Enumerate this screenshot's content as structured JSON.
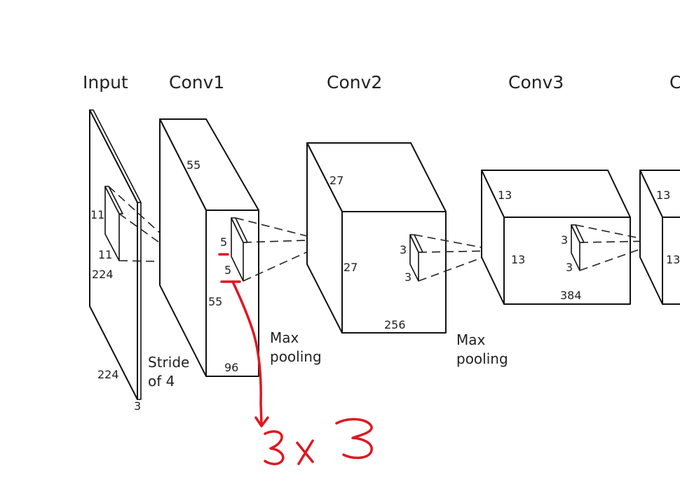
{
  "layers": {
    "input": {
      "title": "Input",
      "height": "224",
      "width": "224",
      "depth": "3",
      "kernel_h": "11",
      "kernel_w": "11"
    },
    "conv1": {
      "title": "Conv1",
      "size_a": "55",
      "size_b": "55",
      "depth": "96",
      "kernel_h": "5",
      "kernel_w": "5"
    },
    "conv2": {
      "title": "Conv2",
      "size_a": "27",
      "size_b": "27",
      "depth": "256",
      "kernel_h": "3",
      "kernel_w": "3"
    },
    "conv3": {
      "title": "Conv3",
      "size_a": "13",
      "size_b": "13",
      "depth": "384",
      "kernel_h": "3",
      "kernel_w": "3"
    },
    "conv4": {
      "title": "C",
      "size_a": "13",
      "size_b": "13"
    }
  },
  "notes": {
    "stride_line1": "Stride",
    "stride_line2": "of 4",
    "pool1_line1": "Max",
    "pool1_line2": "pooling",
    "pool2_line1": "Max",
    "pool2_line2": "pooling"
  },
  "annotation": {
    "text": "3x3",
    "color": "#e0161f"
  }
}
